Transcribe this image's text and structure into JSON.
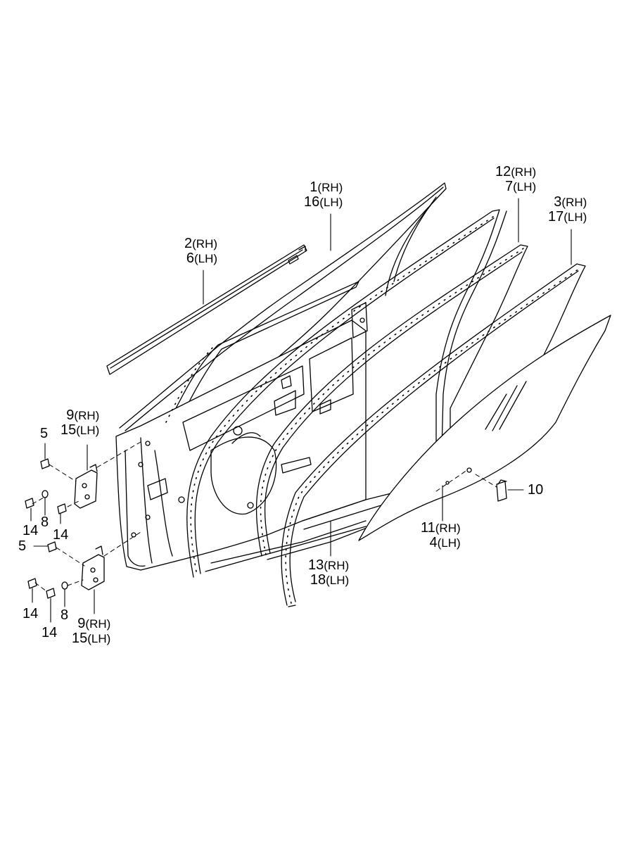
{
  "diagram": {
    "colors": {
      "line": "#000000",
      "background": "#ffffff",
      "fill": "#ffffff"
    },
    "callouts": [
      {
        "id": "c-1-16",
        "lines": [
          {
            "num": "1",
            "side": "(RH)"
          },
          {
            "num": "16",
            "side": "(LH)"
          }
        ]
      },
      {
        "id": "c-12-7",
        "lines": [
          {
            "num": "12",
            "side": "(RH)"
          },
          {
            "num": "7",
            "side": "(LH)"
          }
        ]
      },
      {
        "id": "c-3-17",
        "lines": [
          {
            "num": "3",
            "side": "(RH)"
          },
          {
            "num": "17",
            "side": "(LH)"
          }
        ]
      },
      {
        "id": "c-2-6",
        "lines": [
          {
            "num": "2",
            "side": "(RH)"
          },
          {
            "num": "6",
            "side": "(LH)"
          }
        ]
      },
      {
        "id": "c-9-15-upper",
        "lines": [
          {
            "num": "9",
            "side": "(RH)"
          },
          {
            "num": "15",
            "side": "(LH)"
          }
        ]
      },
      {
        "id": "c-10",
        "lines": [
          {
            "num": "10",
            "side": ""
          }
        ]
      },
      {
        "id": "c-11-4",
        "lines": [
          {
            "num": "11",
            "side": "(RH)"
          },
          {
            "num": "4",
            "side": "(LH)"
          }
        ]
      },
      {
        "id": "c-13-18",
        "lines": [
          {
            "num": "13",
            "side": "(RH)"
          },
          {
            "num": "18",
            "side": "(LH)"
          }
        ]
      },
      {
        "id": "c-9-15-lower",
        "lines": [
          {
            "num": "9",
            "side": "(RH)"
          },
          {
            "num": "15",
            "side": "(LH)"
          }
        ]
      }
    ],
    "single_labels": {
      "bolt_5_upper": "5",
      "bolt_14_a": "14",
      "washer_8_upper": "8",
      "bolt_14_b": "14",
      "bolt_5_lower": "5",
      "bolt_14_c": "14",
      "bolt_14_d": "14",
      "washer_8_lower": "8"
    }
  }
}
